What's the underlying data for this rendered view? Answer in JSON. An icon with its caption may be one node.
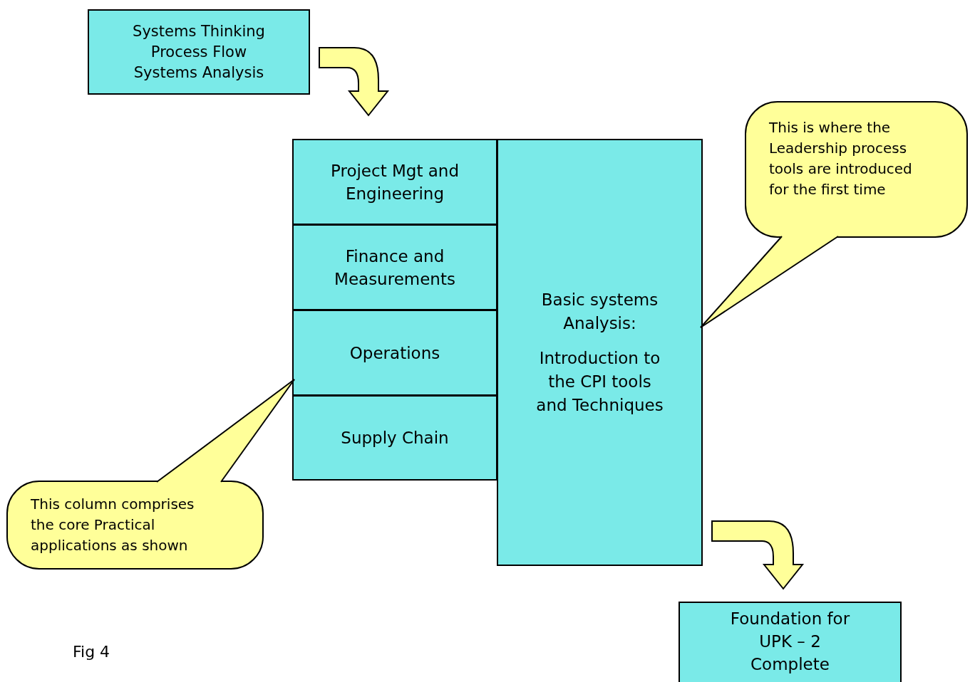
{
  "diagram": {
    "nodes": [
      {
        "text": [
          "Systems Thinking",
          "Process Flow",
          "Systems Analysis"
        ]
      },
      {
        "text": [
          "Project Mgt and Engineering"
        ]
      },
      {
        "text": [
          "Finance and Measurements"
        ]
      },
      {
        "text": [
          "Operations"
        ]
      },
      {
        "text": [
          "Supply Chain"
        ]
      },
      {
        "text": [
          "Basic systems Analysis:",
          "Introduction to the CPI tools and Techniques"
        ]
      },
      {
        "text": [
          "This is where the Leadership process tools are introduced for the first time"
        ]
      },
      {
        "text": [
          "This column comprises the core Practical applications as shown"
        ]
      },
      {
        "text": [
          "Foundation for UPK – 2 Complete"
        ]
      }
    ],
    "edges": [
      {
        "from": 0,
        "to": 1,
        "arrow": "to"
      },
      {
        "from": 5,
        "to": 8,
        "arrow": "to"
      },
      {
        "from": 6,
        "to": 5,
        "arrow": "none"
      },
      {
        "from": 7,
        "to": 3,
        "arrow": "none"
      }
    ],
    "labels": [
      "Fig 4"
    ]
  }
}
